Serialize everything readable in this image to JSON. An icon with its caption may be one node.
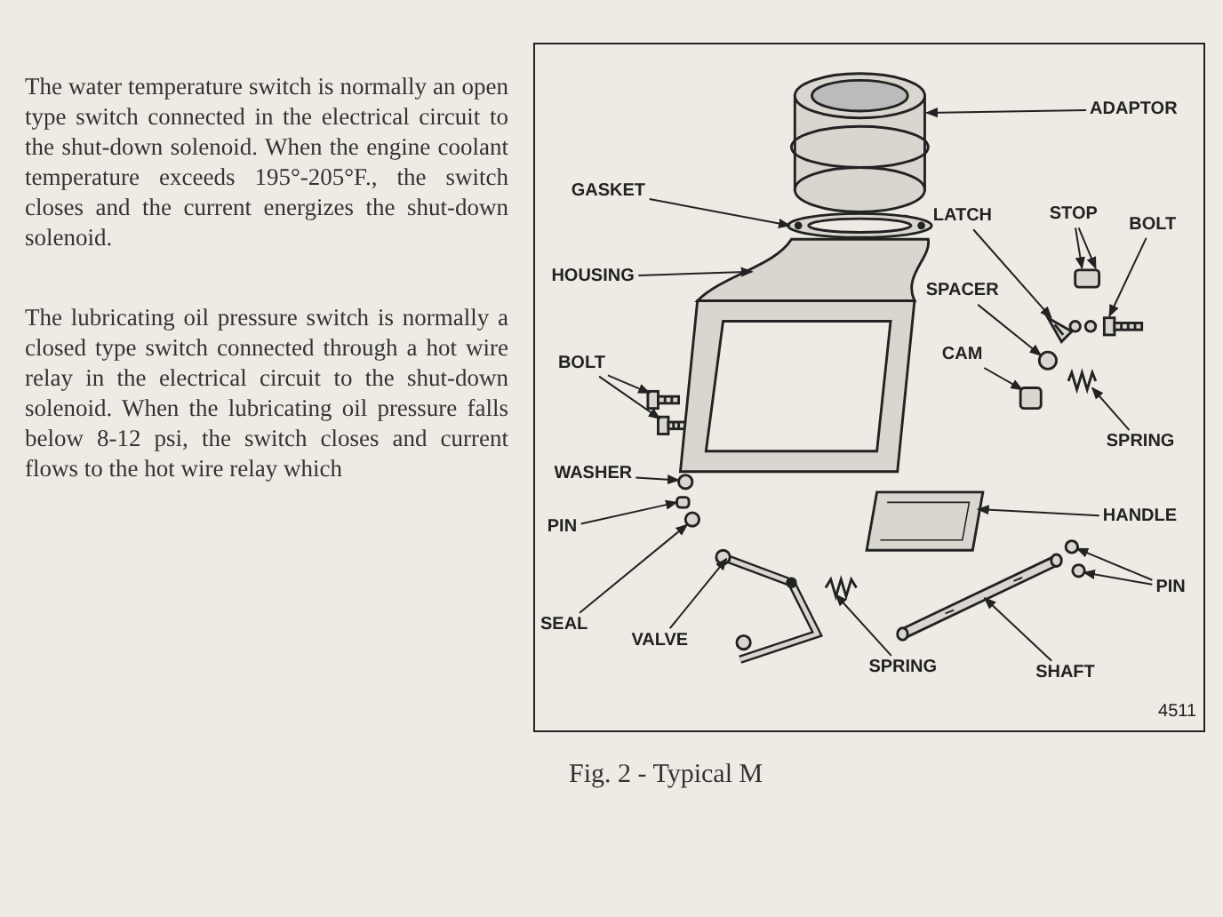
{
  "diagram": {
    "caption": "Fig. 2 - Typical M",
    "nodes": [
      {
        "text": [
          "ADAPTOR"
        ]
      },
      {
        "text": [
          "BOLT"
        ]
      },
      {
        "text": [
          "STOP"
        ]
      },
      {
        "text": [
          "LATCH"
        ]
      },
      {
        "text": [
          "SPACER"
        ]
      },
      {
        "text": [
          "CAM"
        ]
      },
      {
        "text": [
          "SPRING"
        ]
      },
      {
        "text": [
          "HANDLE"
        ]
      },
      {
        "text": [
          "PIN"
        ]
      },
      {
        "text": [
          "SHAFT"
        ]
      },
      {
        "text": [
          "SPRING"
        ]
      },
      {
        "text": [
          "GASKET"
        ]
      },
      {
        "text": [
          "HOUSING"
        ]
      },
      {
        "text": [
          "BOLT"
        ]
      },
      {
        "text": [
          "WASHER"
        ]
      },
      {
        "text": [
          "PIN"
        ]
      },
      {
        "text": [
          "SEAL"
        ]
      },
      {
        "text": [
          "VALVE"
        ]
      },
      {
        "text": [],
        "shape": "picture"
      },
      {
        "text": [],
        "shape": "picture"
      },
      {
        "text": [],
        "shape": "picture"
      },
      {
        "text": [],
        "shape": "box"
      },
      {
        "text": [],
        "shape": "picture"
      },
      {
        "text": [],
        "shape": "picture"
      },
      {
        "text": [],
        "shape": "circle"
      },
      {
        "text": [],
        "shape": "box"
      },
      {
        "text": [],
        "shape": "picture"
      },
      {
        "text": [],
        "shape": "picture"
      },
      {
        "text": [],
        "shape": "picture"
      },
      {
        "text": [],
        "shape": "circle"
      },
      {
        "text": [],
        "shape": "box"
      },
      {
        "text": [],
        "shape": "circle"
      },
      {
        "text": [],
        "shape": "picture"
      },
      {
        "text": [],
        "shape": "picture"
      },
      {
        "text": [],
        "shape": "picture"
      },
      {
        "text": [],
        "shape": "picture"
      },
      {
        "text": [],
        "shape": "circle"
      },
      {
        "text": [],
        "shape": "circle"
      }
    ],
    "edges": [
      {
        "from": 0,
        "to": 18,
        "arrow": "to"
      },
      {
        "from": 1,
        "to": 23,
        "arrow": "to"
      },
      {
        "from": 2,
        "to": 21,
        "arrow": "to"
      },
      {
        "from": 2,
        "to": 21,
        "arrow": "to"
      },
      {
        "from": 3,
        "to": 22,
        "arrow": "to"
      },
      {
        "from": 4,
        "to": 24,
        "arrow": "to"
      },
      {
        "from": 5,
        "to": 25,
        "arrow": "to"
      },
      {
        "from": 6,
        "to": 26,
        "arrow": "to"
      },
      {
        "from": 7,
        "to": 32,
        "arrow": "to"
      },
      {
        "from": 8,
        "to": 36,
        "arrow": "to"
      },
      {
        "from": 8,
        "to": 37,
        "arrow": "to"
      },
      {
        "from": 9,
        "to": 35,
        "arrow": "to"
      },
      {
        "from": 10,
        "to": 34,
        "arrow": "to"
      },
      {
        "from": 11,
        "to": 19,
        "arrow": "to"
      },
      {
        "from": 12,
        "to": 20,
        "arrow": "to"
      },
      {
        "from": 13,
        "to": 27,
        "arrow": "to"
      },
      {
        "from": 13,
        "to": 28,
        "arrow": "to"
      },
      {
        "from": 14,
        "to": 29,
        "arrow": "to"
      },
      {
        "from": 15,
        "to": 30,
        "arrow": "to"
      },
      {
        "from": 16,
        "to": 31,
        "arrow": "to"
      },
      {
        "from": 17,
        "to": 33,
        "arrow": "to"
      }
    ],
    "labels": [
      "The water temperature switch is normally an open type switch connected in the electrical circuit to the shut-down solenoid. When the engine coolant temperature exceeds 195°-205°F., the switch closes and the current energizes the shut-down solenoid.",
      "The lubricating oil pressure switch is normally a closed type switch connected through a hot wire relay in the electrical circuit to the shut-down solenoid. When the lubricating oil pressure falls below 8-12 psi, the switch closes and current flows to the hot wire relay which",
      "4511"
    ]
  }
}
